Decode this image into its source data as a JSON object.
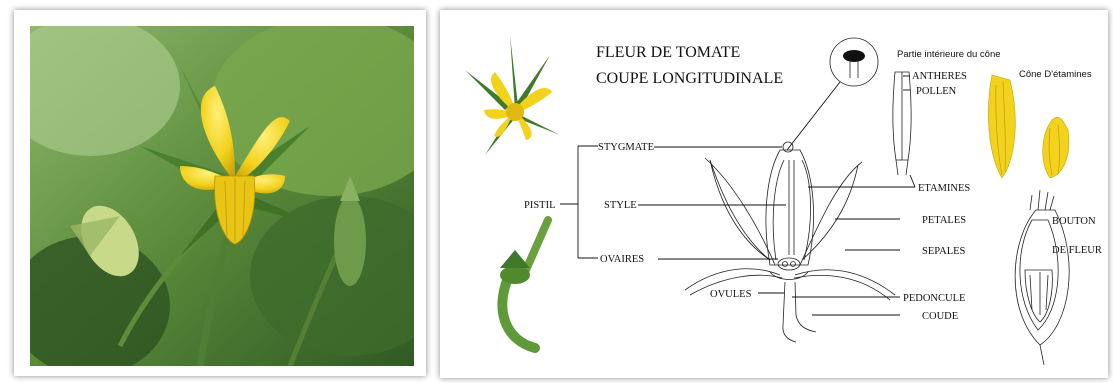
{
  "diagram": {
    "title_line1": "FLEUR DE TOMATE",
    "title_line2": "COUPE LONGITUDINALE",
    "inset_label": "Partie intérieure du cône",
    "cone_label": "Cône D'étamines",
    "labels": {
      "pistil": "PISTIL",
      "stygmate": "STYGMATE",
      "style": "STYLE",
      "ovaires": "OVAIRES",
      "ovules": "OVULES",
      "antheres": "ANTHERES",
      "pollen": "POLLEN",
      "etamines": "ETAMINES",
      "petales": "PETALES",
      "sepales": "SEPALES",
      "pedoncule": "PEDONCULE",
      "coude": "COUDE",
      "bouton1": "BOUTON",
      "bouton2": "DE FLEUR"
    }
  },
  "colors": {
    "petal_yellow": "#f2d21c",
    "sepal_green": "#3f7a2a",
    "leaf_green": "#5f9a3a"
  }
}
